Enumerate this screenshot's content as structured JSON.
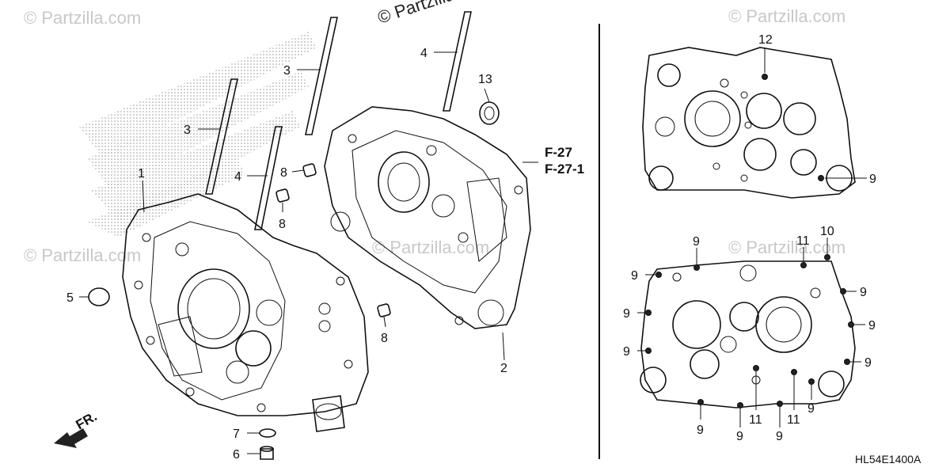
{
  "watermarks": {
    "top_center": "© Partzilla.com",
    "faint": "© Partzilla.com"
  },
  "labels": {
    "p1": "1",
    "p2": "2",
    "p3a": "3",
    "p3b": "3",
    "p4a": "4",
    "p4b": "4",
    "p5": "5",
    "p6": "6",
    "p7": "7",
    "p8a": "8",
    "p8b": "8",
    "p8c": "8",
    "p13": "13",
    "ref1": "F-27",
    "ref2": "F-27-1",
    "p12": "12",
    "p9_r1": "9",
    "p9_r2": "9",
    "p10": "10",
    "p11_top": "11",
    "p9_l1": "9",
    "p9_l2": "9",
    "p9_l3": "9",
    "p9_r_a": "9",
    "p9_r_b": "9",
    "p9_r_c": "9",
    "p9_b1": "9",
    "p9_b2": "9",
    "p9_b3": "9",
    "p9_b4": "9",
    "p11_b1": "11",
    "p11_b2": "11",
    "front": "FR.",
    "diagram_code": "HL54E1400A"
  }
}
